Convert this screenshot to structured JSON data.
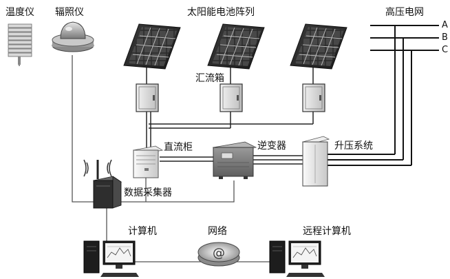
{
  "labels": {
    "thermometer": "温度仪",
    "pyranometer": "辐照仪",
    "solar_array": "太阳能电池阵列",
    "grid": "高压电网",
    "combiner_box": "汇流箱",
    "dc_cabinet": "直流柜",
    "inverter": "逆变器",
    "step_up": "升压系统",
    "data_collector": "数据采集器",
    "computer": "计算机",
    "network": "网络",
    "remote_computer": "远程计算机"
  },
  "phases": [
    "A",
    "B",
    "C"
  ]
}
